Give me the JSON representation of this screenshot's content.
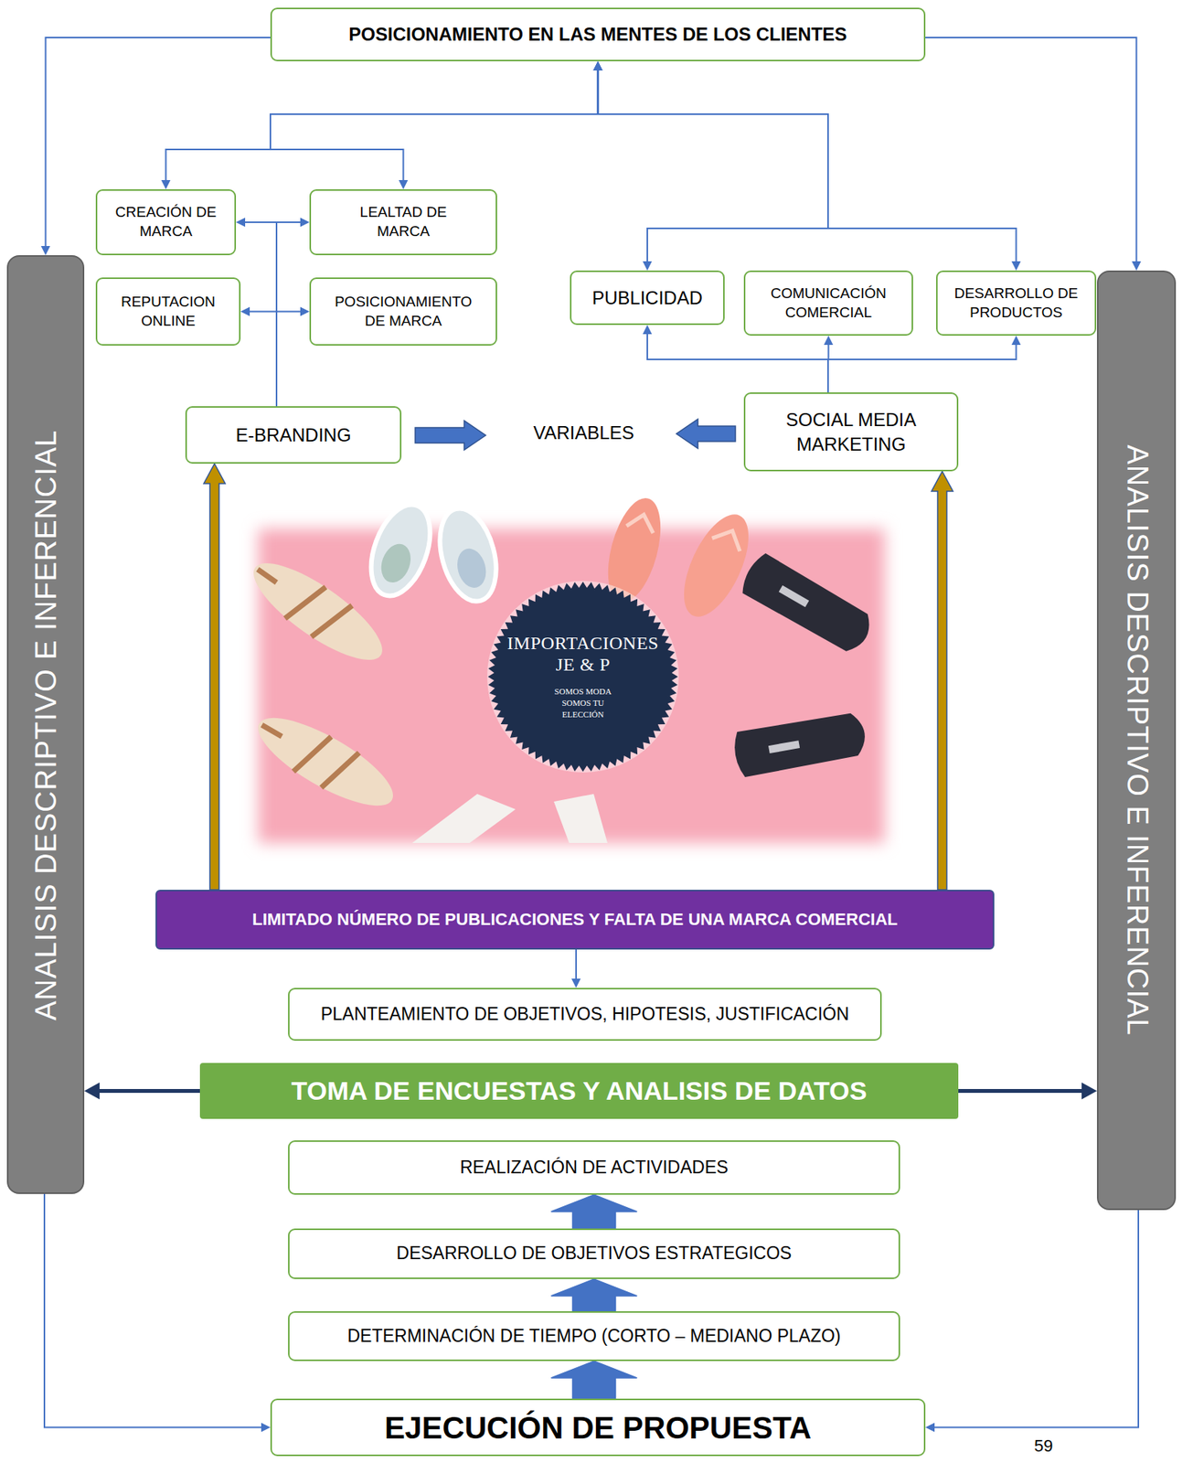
{
  "diagram": {
    "nodes": [
      {
        "text": [
          "POSICIONAMIENTO EN LAS MENTES DE LOS CLIENTES"
        ]
      },
      {
        "text": [
          "CREACIÓN DE MARCA"
        ]
      },
      {
        "text": [
          "LEALTAD DE MARCA"
        ]
      },
      {
        "text": [
          "REPUTACION ONLINE"
        ]
      },
      {
        "text": [
          "POSICIONAMIENTO DE MARCA"
        ]
      },
      {
        "text": [
          "PUBLICIDAD"
        ]
      },
      {
        "text": [
          "COMUNICACIÓN COMERCIAL"
        ]
      },
      {
        "text": [
          "DESARROLLO DE PRODUCTOS"
        ]
      },
      {
        "text": [
          "E-BRANDING"
        ]
      },
      {
        "text": [
          "SOCIAL MEDIA MARKETING"
        ]
      },
      {
        "text": [
          "ANALISIS DESCRIPTIVO E INFERENCIAL"
        ]
      },
      {
        "text": [
          "ANALISIS DESCRIPTIVO E INFERENCIAL"
        ]
      },
      {
        "text": [
          "IMPORTACIONES JE & P",
          "SOMOS MODA SOMOS TU ELECCIÓN"
        ]
      },
      {
        "text": [
          "LIMITADO NÚMERO DE PUBLICACIONES Y FALTA DE UNA MARCA COMERCIAL"
        ]
      },
      {
        "text": [
          "PLANTEAMIENTO DE OBJETIVOS, HIPOTESIS, JUSTIFICACIÓN"
        ]
      },
      {
        "text": [
          "TOMA DE ENCUESTAS Y ANALISIS DE DATOS"
        ]
      },
      {
        "text": [
          "REALIZACIÓN DE ACTIVIDADES"
        ]
      },
      {
        "text": [
          "DESARROLLO DE OBJETIVOS ESTRATEGICOS"
        ]
      },
      {
        "text": [
          "DETERMINACIÓN DE TIEMPO (CORTO – MEDIANO PLAZO)"
        ]
      },
      {
        "text": [
          "EJECUCIÓN DE PROPUESTA"
        ]
      }
    ],
    "edges": [
      {
        "from": 0,
        "to": 1,
        "arrow": "both"
      },
      {
        "from": 0,
        "to": 2,
        "arrow": "both"
      },
      {
        "from": 0,
        "to": 5,
        "arrow": "both"
      },
      {
        "from": 0,
        "to": 7,
        "arrow": "both"
      },
      {
        "from": 8,
        "to": 1,
        "arrow": "to"
      },
      {
        "from": 8,
        "to": 2,
        "arrow": "to"
      },
      {
        "from": 8,
        "to": 3,
        "arrow": "to"
      },
      {
        "from": 8,
        "to": 4,
        "arrow": "to"
      },
      {
        "from": 9,
        "to": 5,
        "arrow": "to"
      },
      {
        "from": 9,
        "to": 6,
        "arrow": "to"
      },
      {
        "from": 9,
        "to": 7,
        "arrow": "to"
      },
      {
        "from": 0,
        "to": 10,
        "arrow": "to"
      },
      {
        "from": 0,
        "to": 11,
        "arrow": "to"
      },
      {
        "from": 13,
        "to": 8,
        "arrow": "to"
      },
      {
        "from": 13,
        "to": 9,
        "arrow": "to"
      },
      {
        "from": 13,
        "to": 14,
        "arrow": "to"
      },
      {
        "from": 15,
        "to": 10,
        "arrow": "to"
      },
      {
        "from": 15,
        "to": 11,
        "arrow": "to"
      },
      {
        "from": 17,
        "to": 16,
        "arrow": "to"
      },
      {
        "from": 18,
        "to": 17,
        "arrow": "to"
      },
      {
        "from": 19,
        "to": 18,
        "arrow": "to"
      },
      {
        "from": 10,
        "to": 19,
        "arrow": "to"
      },
      {
        "from": 11,
        "to": 19,
        "arrow": "to"
      }
    ],
    "labels": [
      "VARIABLES",
      "59"
    ]
  }
}
